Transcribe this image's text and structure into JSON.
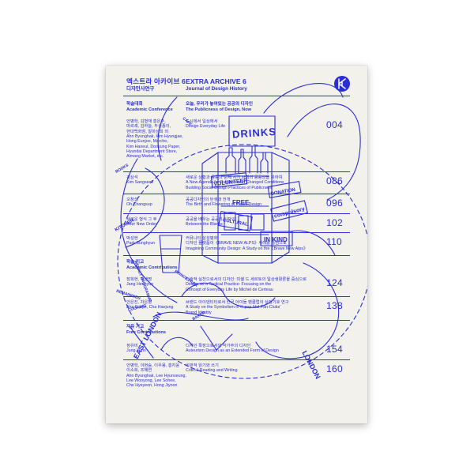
{
  "header": {
    "title_ko": "엑스트라 아카이브 6",
    "subtitle_ko": "디자인사연구",
    "title_en": "EXTRA ARCHIVE 6",
    "subtitle_en": "Journal of Design History"
  },
  "sections": {
    "conference_ko": "학술대회",
    "conference_en": "Academic Conference",
    "academic_ko": "학술 기고",
    "academic_en": "Academic Contributions",
    "free_ko": "자유 기고",
    "free_en": "Free Contributions"
  },
  "entries": [
    {
      "page": "004",
      "authors": [
        "안병학, 김형재 홍은주,",
        "마르셰, 김하늘, 두성종이,",
        "현대백화점, 알마상회 외",
        "Ahn Byunghak, Kim Hyungjae,",
        "Hong Eunjoo, Marche,",
        "Kim Haneul, Doosung Paper,",
        "Hyundai Department Store,",
        "Almang Market, etc."
      ],
      "title": [
        "오늘, 우리가 놓여있는 공공의 디자인",
        "The Publicness of Design, Now"
      ],
      "body": [
        "도시에서 일상에서",
        "Design Everyday Life"
      ]
    },
    {
      "page": "086",
      "authors": [
        "김상석",
        "Kim Sangseok"
      ],
      "body": [
        "새로운 상황과 공공의 문제 시기 사회의 공공성을 위하여",
        "A New Agenda for Publicness in Changed Conditions",
        "Building Social Design Practices of Publicness"
      ]
    },
    {
      "page": "096",
      "authors": [
        "오창섭",
        "Oh Changsup"
      ],
      "body": [
        "공공디자인의 탄생과 전개",
        "The Birth and Flowering of Public Design"
      ]
    },
    {
      "page": "102",
      "authors": [
        "새로운 형식 그 후",
        "After New Order"
      ],
      "body": [
        "공공을 배우는 공공의 디자인",
        "Between the Blanks"
      ]
    },
    {
      "page": "110",
      "authors": [
        "박성현",
        "Park Sunghyun"
      ],
      "body": [
        "커뮤니티 삼성평화",
        "디자인 플랫폼이《BRAVE NEW ALPS》사례를 중심으로",
        "Imagining Community Design: A Study on the《Brave New Alps》"
      ]
    },
    {
      "page": "124",
      "authors": [
        "장희현, 박생명",
        "Jang Heehyun"
      ],
      "body": [
        "전술적 실천으로서의 디자인: 미셸 드 세르토의 일상생활론을 중심으로",
        "Design as a Tactical Practice: Focusing on the",
        "Concept of Everyday Life by Michel de Certeau"
      ]
    },
    {
      "page": "138",
      "authors": [
        "안은진, 차은정",
        "Ahn Eunjin, Cha Haejung"
      ],
      "body": [
        "브랜드 아이덴티티로서 한국 아이돌 팬클럽의 상징기호 연구",
        "A Study on the Symbolism of K-pop Idol Fan-Clubs'",
        "Brand Identity"
      ]
    },
    {
      "page": "154",
      "authors": [
        "정유미",
        "Jung Yumi"
      ],
      "body": [
        "디자인 확장으로서의 작가주의 디자인",
        "Auteurism Design as an Extended Form of Design"
      ]
    },
    {
      "page": "160",
      "authors": [
        "안병학, 이현승, 이우용, 홍지윤",
        "이소희, 조혜연",
        "Ahn Byunghak, Lee Hyunseung,",
        "Lee Wooyong, Lee Sohee,",
        "Cho Hyeyeon, Hong Jiyoon"
      ],
      "body": [
        "비판적 읽기와 쓰기",
        "Critical Reading and Writing"
      ]
    }
  ],
  "sketch_labels": {
    "drinks": "DRINKS",
    "volunteer": "VOLUNTEER",
    "donation": "DONATION",
    "free": "FREE",
    "compulsory": "compulsory",
    "in_kind": "IN KIND",
    "cultural": "CULTURAL",
    "east_london": "EAST LONDON",
    "london": "LONDON",
    "kitchen": "KITCHEN",
    "weekly_programme": "WEEKLY PROGRAMME",
    "remainings": "REMAININGS",
    "cooking": "COOKING",
    "prince_park": "PRINCE PARK",
    "cafe": "CAFE",
    "books": "BOOKS",
    "baker": "BAKER"
  },
  "colors": {
    "ink": "#2a2ed4",
    "paper": "#f3f1ec",
    "background": "#ffffff"
  },
  "icons": [
    "publisher-logo-icon"
  ]
}
